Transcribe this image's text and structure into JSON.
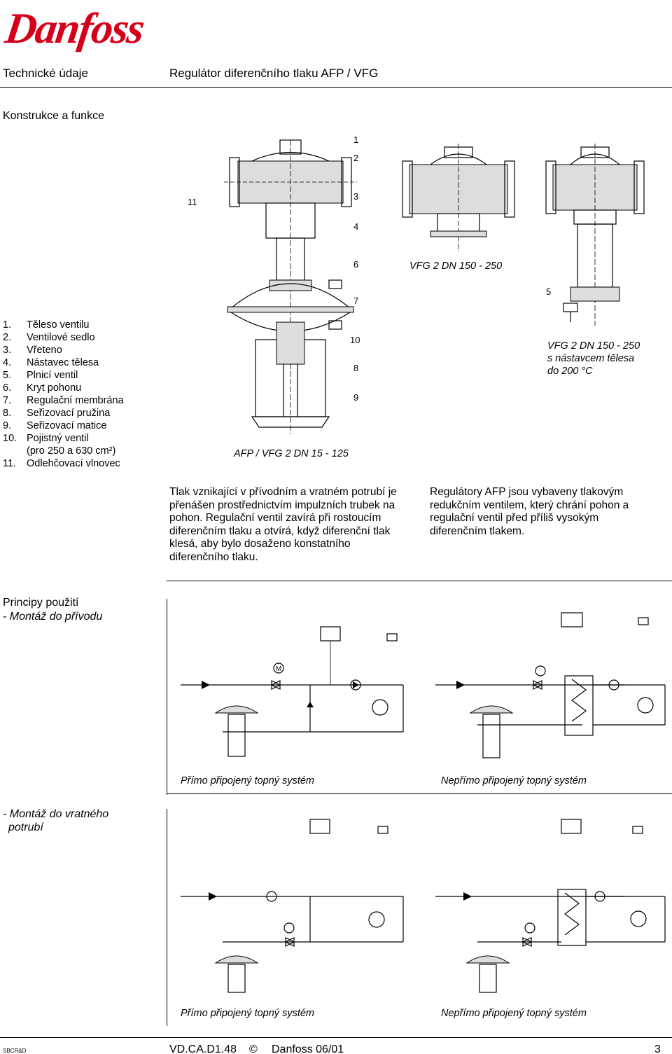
{
  "brand": "Danfoss",
  "header": {
    "left": "Technické údaje",
    "title": "Regulátor diferenčního tlaku AFP / VFG"
  },
  "section1": {
    "title": "Konstrukce a funkce",
    "parts": [
      {
        "num": "1.",
        "label": "Těleso ventilu"
      },
      {
        "num": "2.",
        "label": "Ventilové sedlo"
      },
      {
        "num": "3.",
        "label": "Vřeteno"
      },
      {
        "num": "4.",
        "label": "Nástavec tělesa"
      },
      {
        "num": "5.",
        "label": "Plnicí ventil"
      },
      {
        "num": "6.",
        "label": "Kryt pohonu"
      },
      {
        "num": "7.",
        "label": "Regulační membrána"
      },
      {
        "num": "8.",
        "label": "Seřizovací pružina"
      },
      {
        "num": "9.",
        "label": "Seřizovací matice"
      },
      {
        "num": "10.",
        "label": "Pojistný ventil"
      },
      {
        "num": "",
        "label": "(pro 250 a 630 cm²)"
      },
      {
        "num": "11.",
        "label": "Odlehčovací vlnovec"
      }
    ],
    "callouts": {
      "n1": "1",
      "n2": "2",
      "n3": "3",
      "n4": "4",
      "n5": "5",
      "n6": "6",
      "n7": "7",
      "n8": "8",
      "n9": "9",
      "n10": "10",
      "n11": "11"
    },
    "captions": {
      "main": "AFP / VFG 2 DN 15 - 125",
      "middle": "VFG 2 DN 150 - 250",
      "right_line1": "VFG 2 DN 150 - 250",
      "right_line2": "s nástavcem tělesa",
      "right_line3": "do 200 °C"
    },
    "paragraph_left": "Tlak vznikající v přívodním a vratném potrubí je přenášen prostřednictvím impulzních trubek na pohon. Regulační ventil zavírá při rostoucím diferenčním tlaku a otvírá, když diferenční tlak klesá, aby bylo dosaženo konstatního diferenčního tlaku.",
    "paragraph_right": "Regulátory AFP jsou vybaveny tlakovým redukčním ventilem, který chrání pohon a regulační ventil před příliš vysokým diferenčním tlakem."
  },
  "section2": {
    "title": "Principy použití",
    "sub1": "- Montáž do přívodu",
    "sub2_line1": "- Montáž do vratného",
    "sub2_line2": "potrubí",
    "cap_direct_1": "Přímo připojený topný systém",
    "cap_indirect_1": "Nepřímo připojený topný systém",
    "cap_direct_2": "Přímo připojený topný systém",
    "cap_indirect_2": "Nepřímo připojený topný systém",
    "motor_label": "M"
  },
  "footer": {
    "left": "SBCR&D",
    "doc": "VD.CA.D1.48",
    "copyright": "©",
    "company_date": "Danfoss 06/01",
    "page": "3"
  }
}
